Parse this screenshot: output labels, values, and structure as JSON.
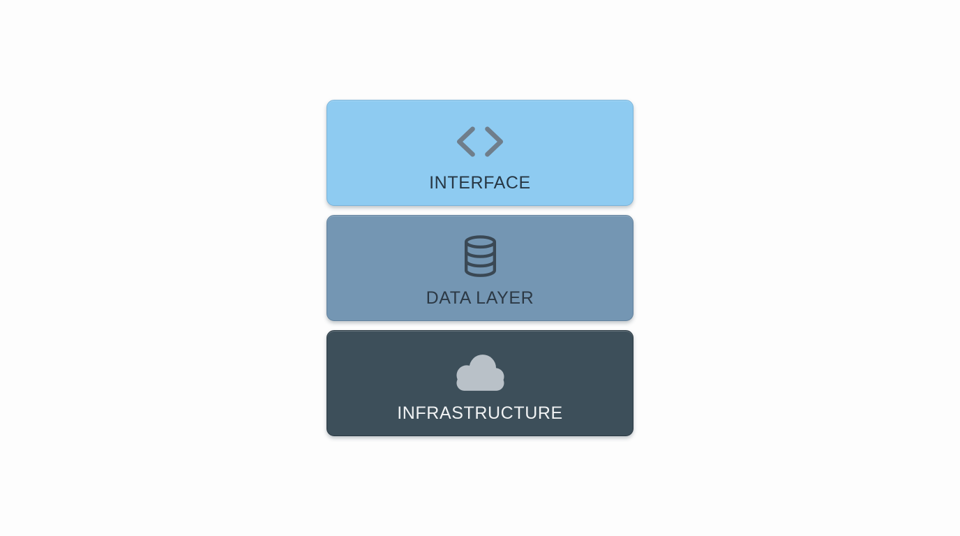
{
  "page": {
    "background_color": "#FDFDFD",
    "type": "architecture-stack-diagram"
  },
  "diagram": {
    "layers": [
      {
        "id": "interface",
        "label": "INTERFACE",
        "icon": "code-icon",
        "fill_color": "#8ECBF1",
        "border_color": "#77B3DA",
        "label_color": "#273744",
        "icon_color": "#6F7E8B"
      },
      {
        "id": "data-layer",
        "label": "DATA LAYER",
        "icon": "database-icon",
        "fill_color": "#7496B3",
        "border_color": "#60809C",
        "label_color": "#2C3945",
        "icon_color": "#3A4854"
      },
      {
        "id": "infrastructure",
        "label": "INFRASTRUCTURE",
        "icon": "cloud-icon",
        "fill_color": "#3D4F5A",
        "border_color": "#2A3942",
        "label_color": "#F1F3F4",
        "icon_color": "#B9C1C8"
      }
    ]
  }
}
